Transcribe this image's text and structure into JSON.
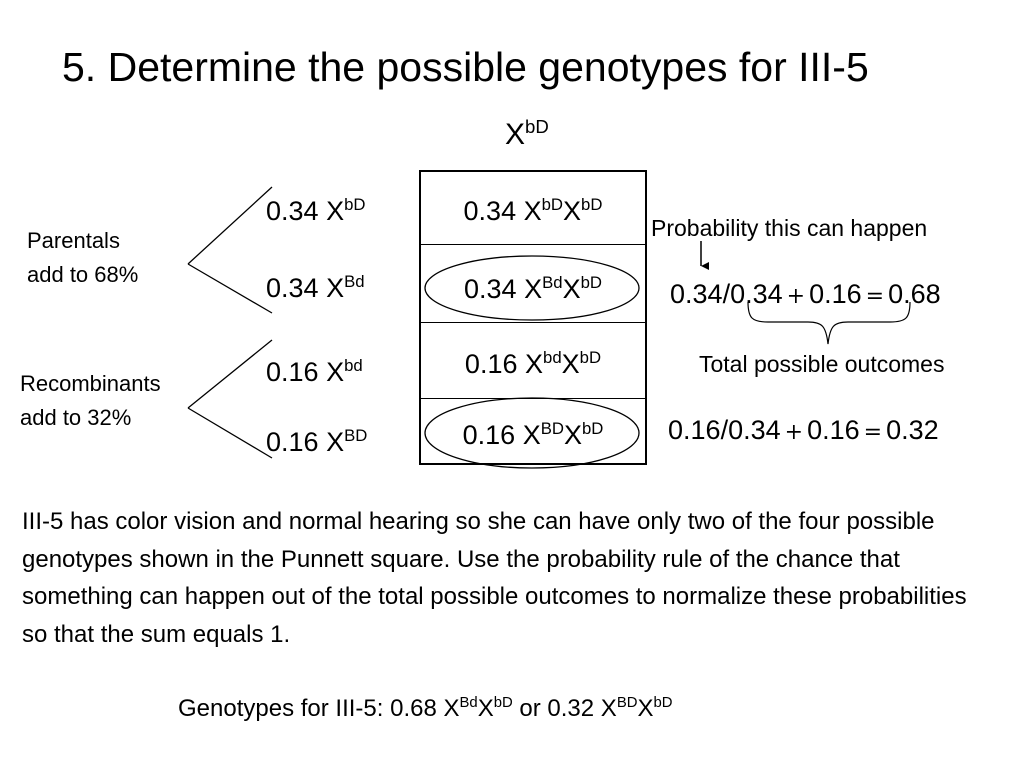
{
  "title": "5. Determine the possible genotypes for III-5",
  "column_header": {
    "base": "X",
    "sup": "bD"
  },
  "alleles": [
    {
      "freq": "0.34",
      "base": "X",
      "sup": "bD"
    },
    {
      "freq": "0.34",
      "base": "X",
      "sup": "Bd"
    },
    {
      "freq": "0.16",
      "base": "X",
      "sup": "bd"
    },
    {
      "freq": "0.16",
      "base": "X",
      "sup": "BD"
    }
  ],
  "punnett_cells": [
    {
      "freq": "0.34",
      "base1": "X",
      "sup1": "bD",
      "base2": "X",
      "sup2": "bD",
      "circled": false
    },
    {
      "freq": "0.34",
      "base1": "X",
      "sup1": "Bd",
      "base2": "X",
      "sup2": "bD",
      "circled": true
    },
    {
      "freq": "0.16",
      "base1": "X",
      "sup1": "bd",
      "base2": "X",
      "sup2": "bD",
      "circled": false
    },
    {
      "freq": "0.16",
      "base1": "X",
      "sup1": "BD",
      "base2": "X",
      "sup2": "bD",
      "circled": true
    }
  ],
  "groups": {
    "parentals": {
      "line1": "Parentals",
      "line2": "add to 68%"
    },
    "recombinants": {
      "line1": "Recombinants",
      "line2": "add to 32%"
    }
  },
  "annotations": {
    "probability_label": "Probability this can happen",
    "total_outcomes_label": "Total possible outcomes"
  },
  "formulas": [
    {
      "numerator": "0.34",
      "slash": "/",
      "a": "0.34",
      "plus": "+",
      "b": "0.16",
      "eq": "=",
      "result": "0.68"
    },
    {
      "numerator": "0.16",
      "slash": "/",
      "a": "0.34",
      "plus": "+",
      "b": "0.16",
      "eq": "=",
      "result": "0.32"
    }
  ],
  "paragraph": "III-5 has color vision and normal hearing so she can have only two of the four possible genotypes shown in the Punnett square. Use the probability rule of the chance that something can happen out of the total possible outcomes to normalize these probabilities so that the sum equals 1.",
  "answer": {
    "prefix": "Genotypes for III-5: 0.68",
    "g1_base1": "X",
    "g1_sup1": "Bd",
    "g1_base2": "X",
    "g1_sup2": "bD",
    "or": "or 0.32",
    "g2_base1": "X",
    "g2_sup1": "BD",
    "g2_base2": "X",
    "g2_sup2": "bD"
  }
}
